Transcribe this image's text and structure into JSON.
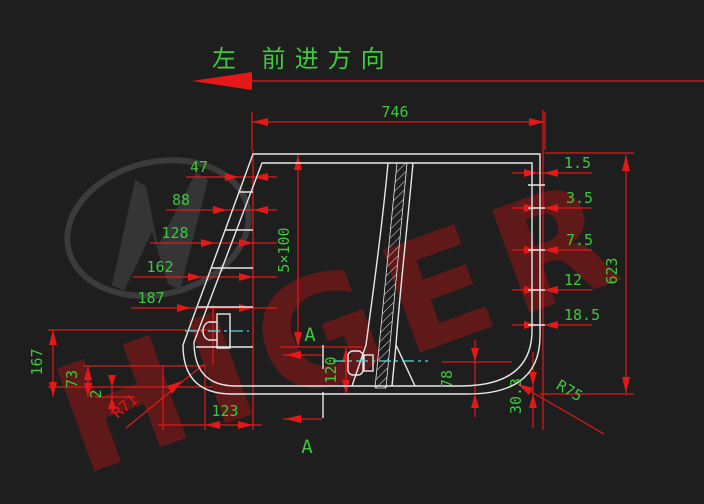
{
  "heading": {
    "text": "左 前进方向"
  },
  "watermark": {
    "brand": "HIGER"
  },
  "dims": {
    "top_width": "746",
    "left_steps": [
      "47",
      "88",
      "128",
      "162",
      "187"
    ],
    "step_pitch": "5×100",
    "right_offsets": [
      "1.5",
      "3.5",
      "7.5",
      "12",
      "18.5"
    ],
    "overall_height": "623",
    "left_height": "167",
    "left_mid_height": "73",
    "flange_thickness": "2",
    "bottom_left_width": "123",
    "front_radius": "R71",
    "rear_radius": "R75",
    "bolt_drop": "120",
    "rear_height": "78",
    "rear_gap": "30.3",
    "section": "A"
  },
  "colors": {
    "background": "#1e1e1e",
    "dimension_red": "#e51818",
    "text_green": "#3bc93b",
    "line_white": "#e8e8e8",
    "centerline_cyan": "#4adede",
    "watermark_red": "#8c1616",
    "watermark_gray": "#3b3b3b"
  }
}
